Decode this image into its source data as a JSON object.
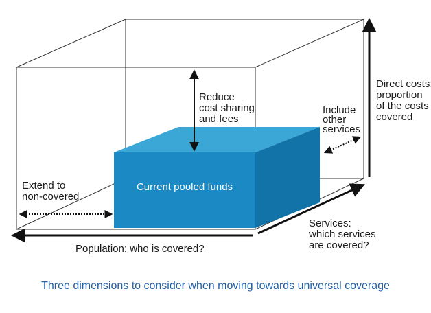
{
  "labels": {
    "reduce": [
      "Reduce",
      "cost sharing",
      "and fees"
    ],
    "include": [
      "Include",
      "other",
      "services"
    ],
    "direct": [
      "Direct costs:",
      "proportion",
      "of the costs",
      "covered"
    ],
    "extend": [
      "Extend to",
      "non-covered"
    ],
    "current": "Current pooled funds",
    "population": "Population: who is covered?",
    "services": [
      "Services:",
      "which services",
      "are covered?"
    ]
  },
  "caption": "Three dimensions to consider when moving towards universal coverage",
  "colors": {
    "box_front": "#1b8ac4",
    "box_top": "#3aa7d6",
    "box_side": "#1273a8",
    "caption": "#1f5fa8",
    "lines": "#222222"
  },
  "icons": [
    "arrow-up-icon",
    "arrow-double-vertical-icon",
    "arrow-double-diagonal-icon",
    "arrow-double-horizontal-icon",
    "arrow-left-icon",
    "arrow-diagonal-icon"
  ]
}
